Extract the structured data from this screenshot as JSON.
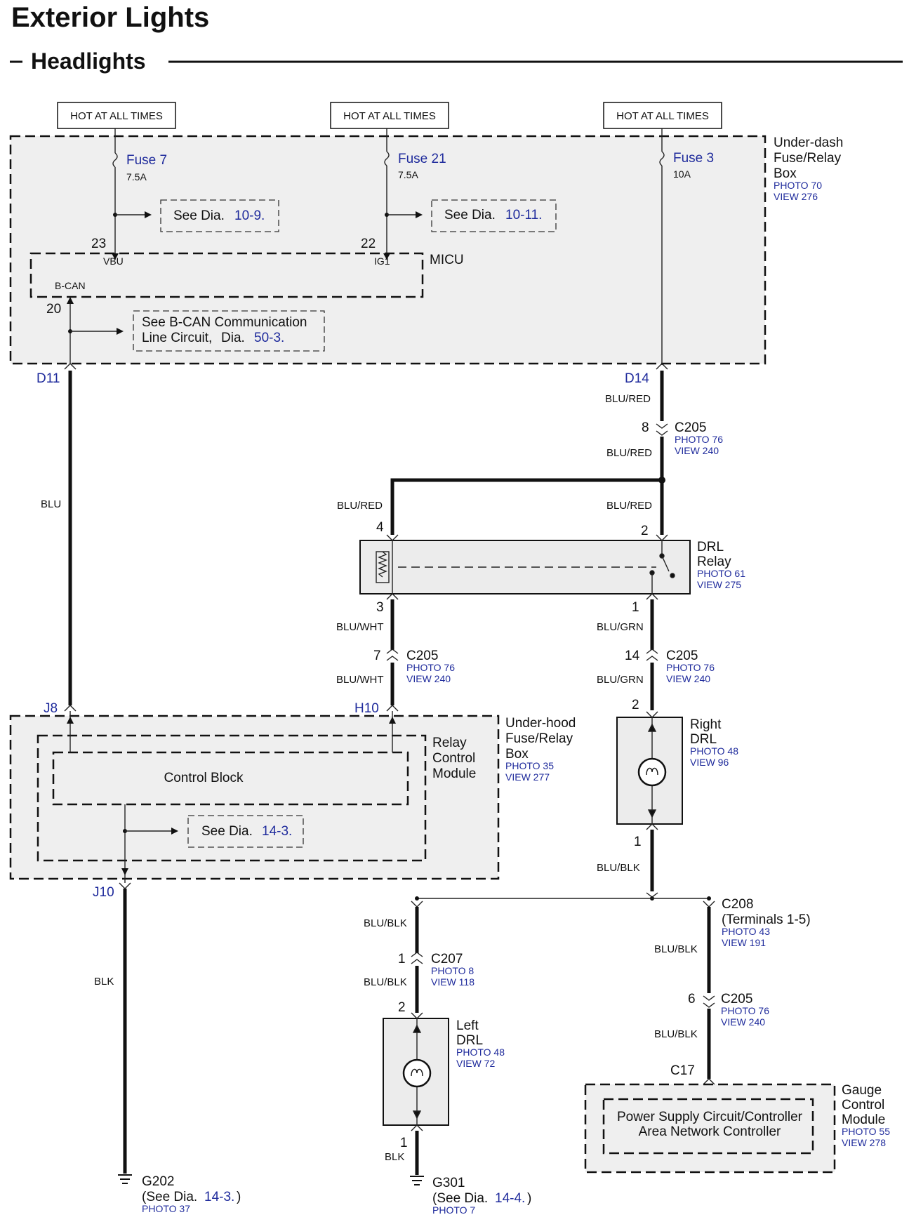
{
  "title": "Exterior Lights",
  "subtitle": "Headlights",
  "hot_label": "HOT AT ALL TIMES",
  "underdash_box": {
    "line1": "Under-dash",
    "line2": "Fuse/Relay",
    "line3": "Box",
    "photo": "PHOTO 70",
    "view": "VIEW 276"
  },
  "fuses": [
    {
      "name": "Fuse 7",
      "rating": "7.5A"
    },
    {
      "name": "Fuse 21",
      "rating": "7.5A"
    },
    {
      "name": "Fuse 3",
      "rating": "10A"
    }
  ],
  "see_dia_prefix": "See Dia.",
  "see_dia_refs": [
    "10-9.",
    "10-11.",
    "14-3."
  ],
  "micu": {
    "label": "MICU",
    "vbu": "VBU",
    "ig1": "IG1",
    "bcan": "B-CAN",
    "pin_vbu": "23",
    "pin_ig1": "22",
    "pin_bcan": "20"
  },
  "bcan_ref": {
    "line1": "See B-CAN Communication",
    "line2_prefix": "Line Circuit,",
    "dia": "Dia.",
    "ref": "50-3."
  },
  "connectors": {
    "D11": "D11",
    "D14": "D14",
    "J8": "J8",
    "H10": "H10",
    "J10": "J10",
    "C17": "C17",
    "c205": "C205",
    "c207": "C207",
    "c208": "C208",
    "c208_note": "(Terminals 1-5)"
  },
  "wires": {
    "blu": "BLU",
    "blu_red": "BLU/RED",
    "blu_wht": "BLU/WHT",
    "blu_grn": "BLU/GRN",
    "blu_blk": "BLU/BLK",
    "blk": "BLK"
  },
  "photos": {
    "p76": "PHOTO 76",
    "v240": "VIEW 240",
    "p61": "PHOTO 61",
    "v275": "VIEW 275",
    "p35": "PHOTO 35",
    "v277": "VIEW 277",
    "p48": "PHOTO 48",
    "v96": "VIEW 96",
    "v72": "VIEW 72",
    "p43": "PHOTO 43",
    "v191": "VIEW 191",
    "p8": "PHOTO 8",
    "v118": "VIEW 118",
    "p55": "PHOTO 55",
    "v278": "VIEW 278",
    "p37": "PHOTO 37",
    "p7": "PHOTO 7"
  },
  "pins": {
    "c205_8": "8",
    "relay_4": "4",
    "relay_2": "2",
    "relay_3": "3",
    "relay_1": "1",
    "c205_7": "7",
    "c205_14": "14",
    "rdrl_2": "2",
    "rdrl_1": "1",
    "c207_1": "1",
    "ldrl_2": "2",
    "ldrl_1": "1",
    "c205_6": "6"
  },
  "drl_relay": {
    "line1": "DRL",
    "line2": "Relay"
  },
  "underhood_box": {
    "line1": "Under-hood",
    "line2": "Fuse/Relay",
    "line3": "Box"
  },
  "relay_control": {
    "line1": "Relay",
    "line2": "Control",
    "line3": "Module"
  },
  "control_block": "Control Block",
  "right_drl": {
    "line1": "Right",
    "line2": "DRL"
  },
  "left_drl": {
    "line1": "Left",
    "line2": "DRL"
  },
  "gauge": {
    "line1": "Gauge",
    "line2": "Control",
    "line3": "Module",
    "inner1": "Power Supply Circuit/Controller",
    "inner2": "Area Network Controller"
  },
  "grounds": {
    "g202": "G202",
    "g301": "G301",
    "see_open": "(See Dia.",
    "close": ")",
    "ref_g202": "14-3.",
    "ref_g301": "14-4."
  },
  "colors": {
    "line": "#111111",
    "box_fill": "#efefef",
    "reference_blue": "#1f2b9c"
  }
}
